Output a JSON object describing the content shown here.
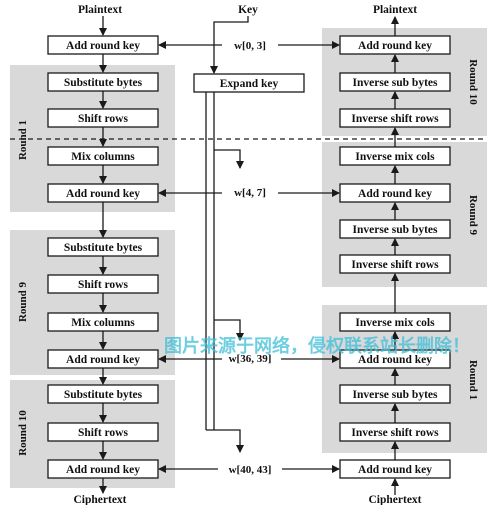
{
  "io": {
    "plaintext_left": "Plaintext",
    "plaintext_right": "Plaintext",
    "key": "Key",
    "ciphertext_left": "Ciphertext",
    "ciphertext_right": "Ciphertext"
  },
  "encryption": {
    "initial": "Add round key",
    "round1": {
      "label": "Round 1",
      "steps": [
        "Substitute bytes",
        "Shift rows",
        "Mix columns",
        "Add round key"
      ]
    },
    "round9": {
      "label": "Round 9",
      "steps": [
        "Substitute bytes",
        "Shift rows",
        "Mix columns",
        "Add round key"
      ]
    },
    "round10": {
      "label": "Round 10",
      "steps": [
        "Substitute bytes",
        "Shift rows",
        "Add round key"
      ]
    }
  },
  "key_schedule": {
    "expand": "Expand key",
    "words": [
      "w[0, 3]",
      "w[4, 7]",
      "w[36, 39]",
      "w[40, 43]"
    ]
  },
  "decryption": {
    "round10": {
      "label": "Round 10",
      "steps": [
        "Add round key",
        "Inverse sub bytes",
        "Inverse shift rows"
      ]
    },
    "round9": {
      "label": "Round 9",
      "steps": [
        "Inverse mix cols",
        "Add round key",
        "Inverse sub bytes",
        "Inverse shift rows"
      ]
    },
    "round1": {
      "label": "Round 1",
      "steps": [
        "Inverse mix cols",
        "Add round key",
        "Inverse sub bytes",
        "Inverse shift rows"
      ]
    },
    "final": "Add round key"
  },
  "watermark": "图片来源于网络，侵权联系站长删除！"
}
